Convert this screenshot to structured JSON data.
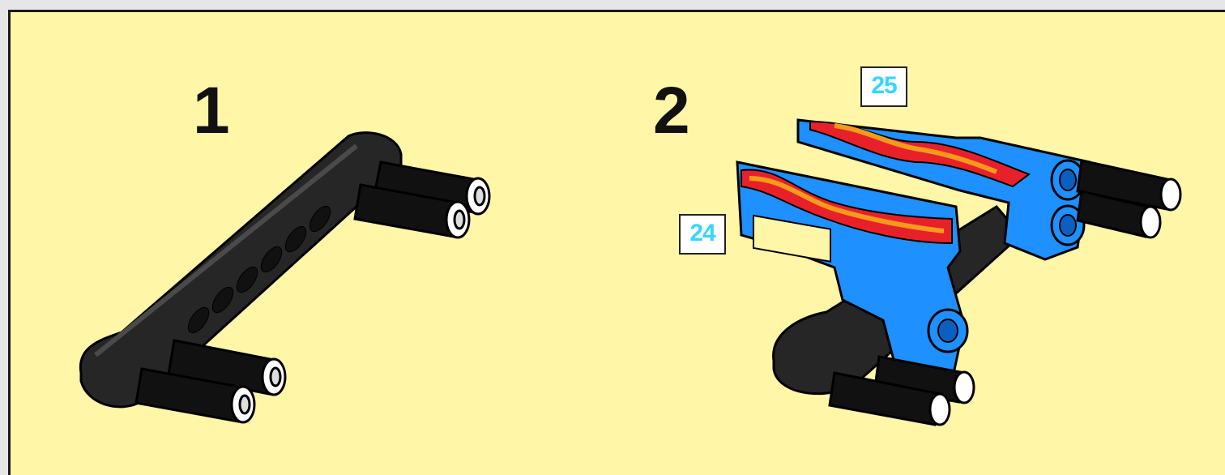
{
  "steps": [
    {
      "number": "1"
    },
    {
      "number": "2",
      "callouts": [
        "25",
        "24"
      ]
    }
  ],
  "colors": {
    "background": "#fff6a8",
    "beam": "#262626",
    "part_blue": "#1e90ff",
    "flame_red": "#e8202a",
    "flame_orange": "#f59a1a",
    "callout_text": "#35d6ff"
  }
}
